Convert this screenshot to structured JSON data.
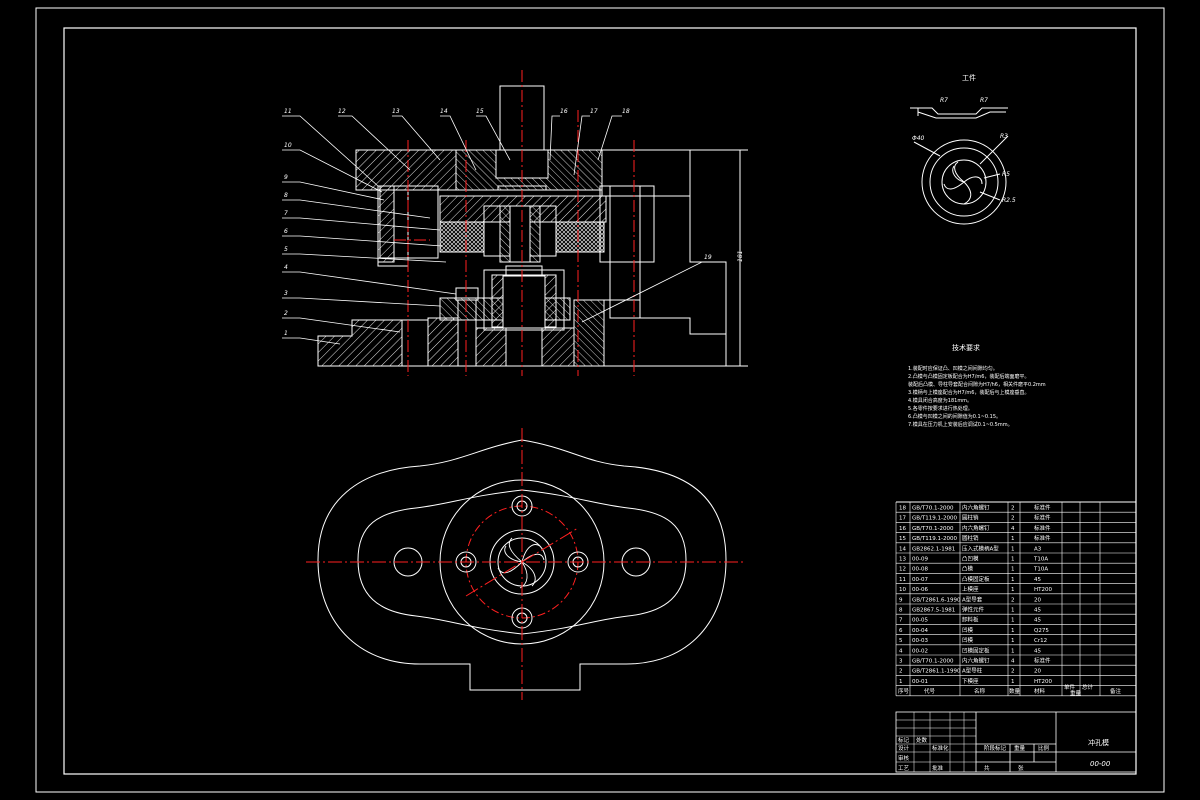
{
  "colors": {
    "background": "#000000",
    "line": "#ffffff",
    "centerline": "#ff2020",
    "hatch": "#ffffff"
  },
  "section_view": {
    "part_labels_top": [
      "11",
      "12",
      "13",
      "14",
      "15",
      "16",
      "17",
      "18"
    ],
    "part_labels_left": [
      "10",
      "9",
      "8",
      "7",
      "6",
      "5",
      "4",
      "3",
      "2",
      "1"
    ],
    "part_label_right": "19",
    "dimension_label": "181"
  },
  "workpiece_view": {
    "title": "工件",
    "dim_a": "R7",
    "dim_b": "R7",
    "dim_c": "Φ40",
    "dim_d": "R3",
    "dim_e": "R5",
    "dim_f": "R2.5"
  },
  "technical_requirements": {
    "title": "技术要求",
    "lines": [
      "1.装配时应保证凸、凹模之间间隙均匀。",
      "2.凸模与凸模固定板配合为H7/m6，装配后端面磨平。",
      "  装配后凸模、导柱导套配合间隙为H7/h6，相关件磨平0.2mm",
      "3.模柄与上模座配合为H7/m6，装配后与上模座垂直。",
      "4.模具闭合高度为181mm。",
      "5.各零件按要求进行热处理。",
      "6.凸模与凹模之间的间隙值为0.1~0.15。",
      "7.模具在压力机上安装后应调试0.1~0.5mm。"
    ]
  },
  "bom": {
    "rows": [
      {
        "no": "18",
        "code": "GB/T70.1-2000",
        "name": "内六角螺钉",
        "qty": "2",
        "material": "标准件"
      },
      {
        "no": "17",
        "code": "GB/T119.1-2000",
        "name": "圆柱销",
        "qty": "2",
        "material": "标准件"
      },
      {
        "no": "16",
        "code": "GB/T70.1-2000",
        "name": "内六角螺钉",
        "qty": "4",
        "material": "标准件"
      },
      {
        "no": "15",
        "code": "GB/T119.1-2000",
        "name": "圆柱销",
        "qty": "1",
        "material": "标准件"
      },
      {
        "no": "14",
        "code": "GB2862.1-1981",
        "name": "压入式模柄A型",
        "qty": "1",
        "material": "A3"
      },
      {
        "no": "13",
        "code": "00-09",
        "name": "凸凹模",
        "qty": "1",
        "material": "T10A"
      },
      {
        "no": "12",
        "code": "00-08",
        "name": "凸模",
        "qty": "1",
        "material": "T10A"
      },
      {
        "no": "11",
        "code": "00-07",
        "name": "凸模固定板",
        "qty": "1",
        "material": "45"
      },
      {
        "no": "10",
        "code": "00-06",
        "name": "上模座",
        "qty": "1",
        "material": "HT200"
      },
      {
        "no": "9",
        "code": "GB/T2861.6-1990",
        "name": "A型导套",
        "qty": "2",
        "material": "20"
      },
      {
        "no": "8",
        "code": "GB2867.5-1981",
        "name": "弹性元件",
        "qty": "1",
        "material": "45"
      },
      {
        "no": "7",
        "code": "00-05",
        "name": "卸料板",
        "qty": "1",
        "material": "45"
      },
      {
        "no": "6",
        "code": "00-04",
        "name": "凹模",
        "qty": "1",
        "material": "Q275"
      },
      {
        "no": "5",
        "code": "00-03",
        "name": "凹模",
        "qty": "1",
        "material": "Cr12"
      },
      {
        "no": "4",
        "code": "00-02",
        "name": "凹模固定板",
        "qty": "1",
        "material": "45"
      },
      {
        "no": "3",
        "code": "GB/T70.1-2000",
        "name": "内六角螺钉",
        "qty": "4",
        "material": "标准件"
      },
      {
        "no": "2",
        "code": "GB/T2861.1-1990",
        "name": "A型导柱",
        "qty": "2",
        "material": "20"
      },
      {
        "no": "1",
        "code": "00-01",
        "name": "下模座",
        "qty": "1",
        "material": "HT200"
      }
    ],
    "header": {
      "no": "序号",
      "code": "代号",
      "name": "名称",
      "qty": "数量",
      "material": "材料",
      "single": "单件",
      "total": "总计",
      "weight": "重量",
      "remark": "备注"
    }
  },
  "title_block": {
    "drawing_name": "冲孔模",
    "drawing_number": "00-00",
    "stage_label": "阶段标记",
    "weight_label": "重量",
    "scale_label": "比例",
    "sheet_label": "共",
    "sheet_of": "张",
    "mark_label": "标记",
    "count_label": "处数",
    "design_label": "设计",
    "check_label": "审核",
    "process_label": "工艺",
    "approve_label": "批准",
    "std_label": "标准化"
  }
}
